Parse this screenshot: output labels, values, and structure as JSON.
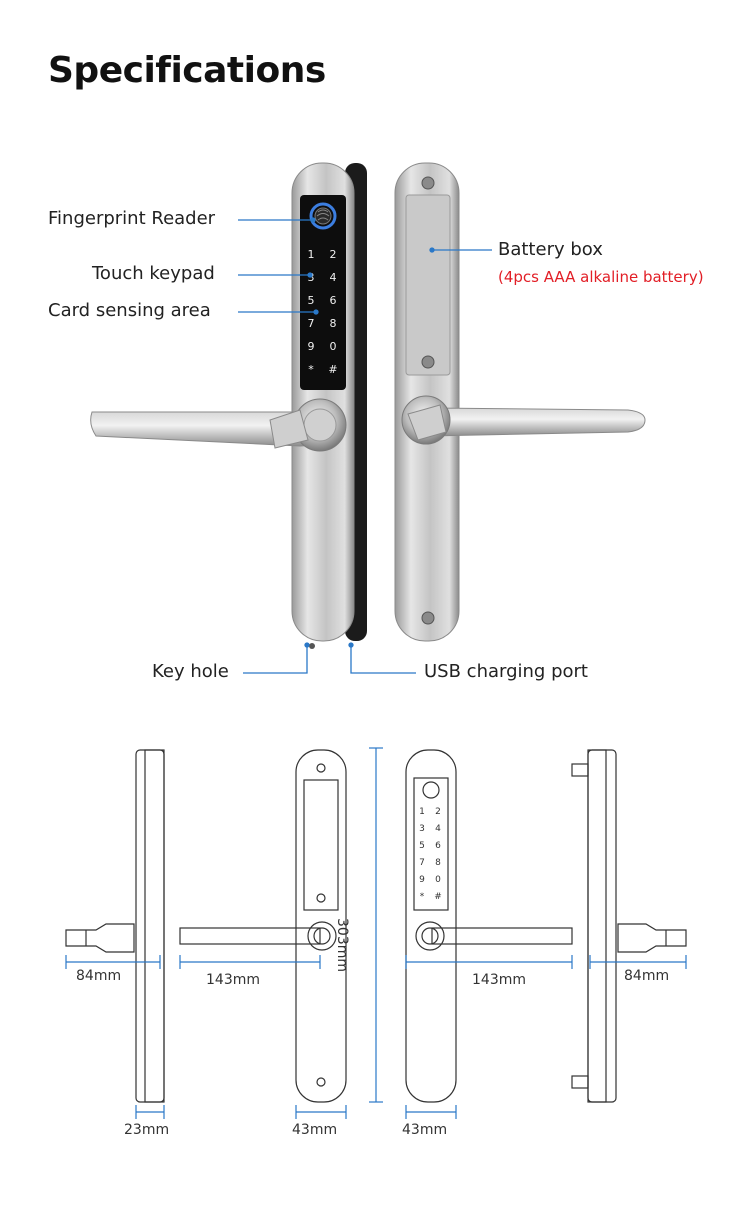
{
  "title": "Specifications",
  "callouts": {
    "fingerprint": "Fingerprint Reader",
    "keypad": "Touch keypad",
    "card": "Card sensing area",
    "battery": "Battery box",
    "battery_note": "(4pcs AAA alkaline battery)",
    "keyhole": "Key hole",
    "usb": "USB charging port"
  },
  "keypad_keys": [
    "1",
    "2",
    "3",
    "4",
    "5",
    "6",
    "7",
    "8",
    "9",
    "0",
    "*",
    "#"
  ],
  "dimensions": {
    "depth_left": "84mm",
    "handle_left": "143mm",
    "handle_right": "143mm",
    "depth_right": "84mm",
    "height": "303mm",
    "thickness": "23mm",
    "width_back": "43mm",
    "width_front": "43mm"
  },
  "colors": {
    "leader": "#2a78c8",
    "accent_red": "#e21e26"
  }
}
